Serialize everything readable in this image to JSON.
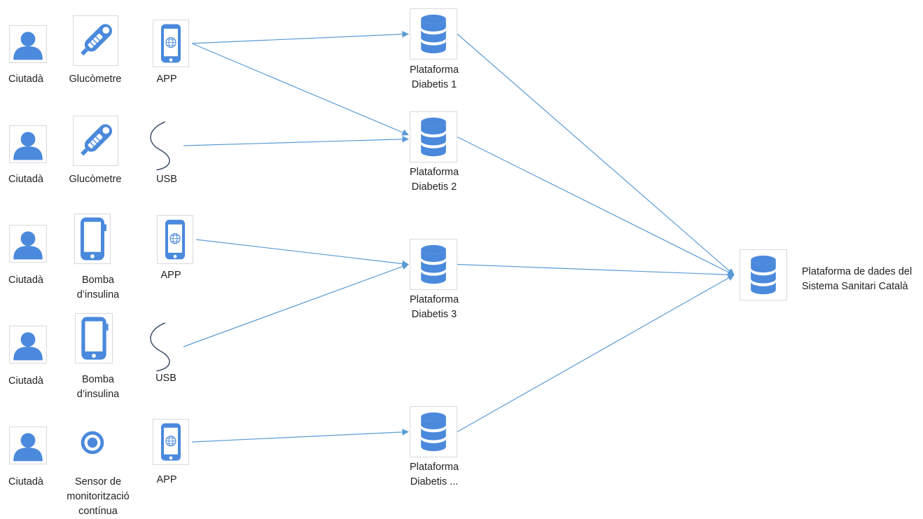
{
  "rows": [
    {
      "citizen": "Ciutadà",
      "device_lines": [
        "Glucòmetre"
      ],
      "device_icon": "glucometer-icon",
      "link": "APP",
      "link_icon": "smartphone-globe-icon"
    },
    {
      "citizen": "Ciutadà",
      "device_lines": [
        "Glucòmetre"
      ],
      "device_icon": "glucometer-icon",
      "link": "USB",
      "link_icon": "usb-cable-icon"
    },
    {
      "citizen": "Ciutadà",
      "device_lines": [
        "Bomba",
        "d’insulina"
      ],
      "device_icon": "insulin-pump-icon",
      "link": "APP",
      "link_icon": "smartphone-globe-icon"
    },
    {
      "citizen": "Ciutadà",
      "device_lines": [
        "Bomba",
        "d’insulina"
      ],
      "device_icon": "insulin-pump-icon",
      "link": "USB",
      "link_icon": "usb-cable-icon"
    },
    {
      "citizen": "Ciutadà",
      "device_lines": [
        "Sensor de",
        "monitorització",
        "contínua"
      ],
      "device_icon": "sensor-icon",
      "link": "APP",
      "link_icon": "smartphone-globe-icon"
    }
  ],
  "platforms": [
    {
      "lines": [
        "Plataforma",
        "Diabetis 1"
      ],
      "icon": "database-icon"
    },
    {
      "lines": [
        "Plataforma",
        "Diabetis 2"
      ],
      "icon": "database-icon"
    },
    {
      "lines": [
        "Plataforma",
        "Diabetis 3"
      ],
      "icon": "database-icon"
    },
    {
      "lines": [
        "Plataforma",
        "Diabetis ..."
      ],
      "icon": "database-icon"
    }
  ],
  "central": {
    "lines": [
      "Plataforma de dades del",
      "Sistema Sanitari Català"
    ],
    "icon": "database-icon"
  },
  "connections": [
    {
      "from": "row-1-link",
      "to": "platform-1"
    },
    {
      "from": "row-1-link",
      "to": "platform-2"
    },
    {
      "from": "row-2-link",
      "to": "platform-2"
    },
    {
      "from": "row-3-link",
      "to": "platform-3"
    },
    {
      "from": "row-4-link",
      "to": "platform-3"
    },
    {
      "from": "row-5-link",
      "to": "platform-4"
    },
    {
      "from": "platform-1",
      "to": "central"
    },
    {
      "from": "platform-2",
      "to": "central"
    },
    {
      "from": "platform-3",
      "to": "central"
    },
    {
      "from": "platform-4",
      "to": "central"
    }
  ],
  "colors": {
    "icon": "#4a89dc",
    "connector": "#5b9bd5",
    "cable": "#44546a",
    "box_border": "#d9d9d9"
  }
}
